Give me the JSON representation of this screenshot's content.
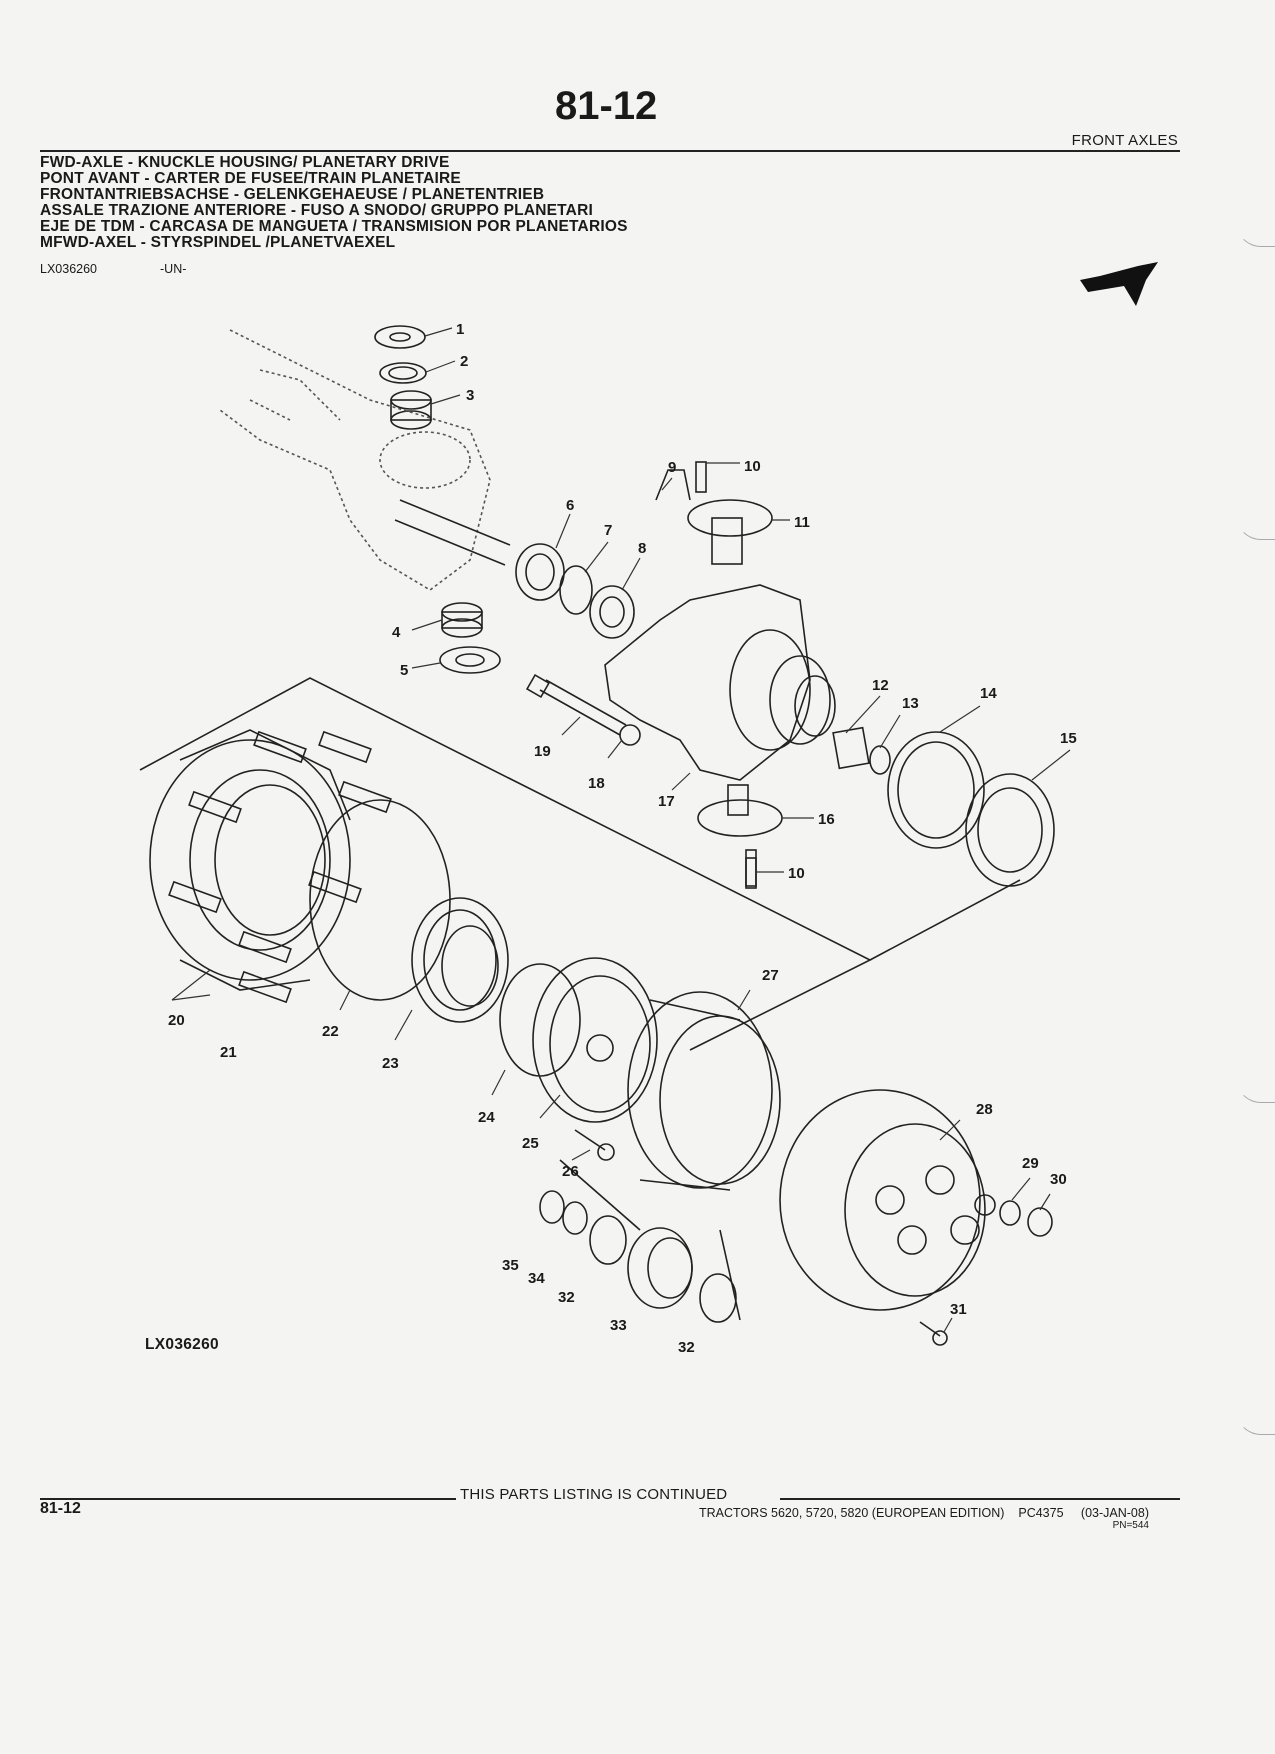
{
  "header": {
    "page_number": "81-12",
    "section_label": "FRONT AXLES"
  },
  "title_lines": [
    "FWD-AXLE - KNUCKLE HOUSING/ PLANETARY DRIVE",
    "PONT AVANT - CARTER DE FUSEE/TRAIN PLANETAIRE",
    "FRONTANTRIEBSACHSE - GELENKGEHAEUSE / PLANETENTRIEB",
    "ASSALE TRAZIONE ANTERIORE - FUSO A SNODO/ GRUPPO PLANETARI",
    "EJE DE TDM - CARCASA DE MANGUETA / TRANSMISION POR PLANETARIOS",
    "MFWD-AXEL - STYRSPINDEL /PLANETVAEXEL"
  ],
  "figure": {
    "id": "LX036260",
    "code": "-UN-",
    "label": "LX036260",
    "callouts": [
      "1",
      "2",
      "3",
      "4",
      "5",
      "6",
      "7",
      "8",
      "9",
      "10",
      "11",
      "12",
      "13",
      "14",
      "15",
      "16",
      "10",
      "17",
      "18",
      "19",
      "20",
      "21",
      "22",
      "23",
      "24",
      "25",
      "26",
      "27",
      "28",
      "29",
      "30",
      "31",
      "32",
      "33",
      "32",
      "34",
      "35"
    ]
  },
  "footer": {
    "page_number": "81-12",
    "continued": "THIS PARTS LISTING IS CONTINUED",
    "tractors": "TRACTORS 5620, 5720, 5820 (EUROPEAN EDITION)",
    "pc": "PC4375",
    "date": "(03-JAN-08)",
    "pn": "PN=544"
  }
}
